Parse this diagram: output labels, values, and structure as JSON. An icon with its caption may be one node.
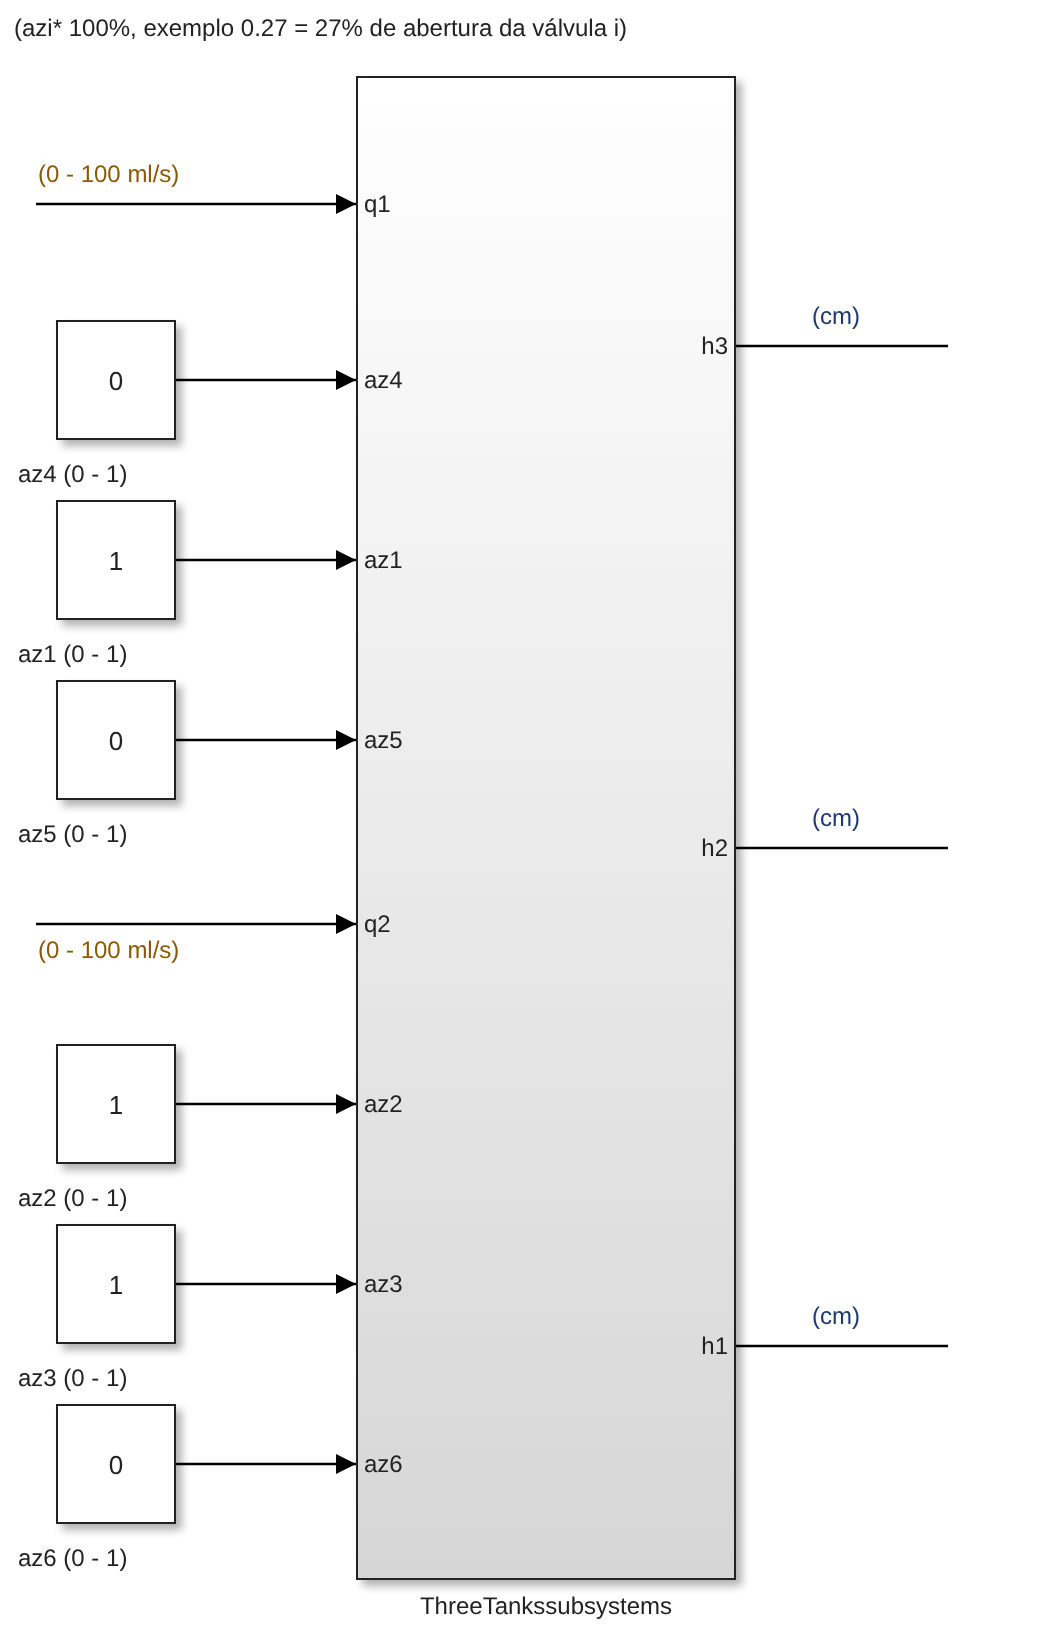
{
  "diagram": {
    "title": "(azi* 100%, exemplo 0.27 = 27% de abertura da válvula i)",
    "nodes": [
      {
        "text": [
          "q1",
          "az4",
          "az1",
          "az5",
          "q2",
          "az2",
          "az3",
          "az6",
          "h3",
          "h2",
          "h1",
          "ThreeTankssubsystems"
        ]
      },
      {
        "text": [
          "0"
        ],
        "beside": [
          "az4 (0 - 1)"
        ]
      },
      {
        "text": [
          "1"
        ],
        "beside": [
          "az1 (0 - 1)"
        ]
      },
      {
        "text": [
          "0"
        ],
        "beside": [
          "az5 (0 - 1)"
        ]
      },
      {
        "text": [
          "1"
        ],
        "beside": [
          "az2 (0 - 1)"
        ]
      },
      {
        "text": [
          "1"
        ],
        "beside": [
          "az3 (0 - 1)"
        ]
      },
      {
        "text": [
          "0"
        ],
        "beside": [
          "az6 (0 - 1)"
        ]
      }
    ],
    "edges": [
      {
        "from": null,
        "to": 0,
        "arrow": "to",
        "label": "(0 - 100 ml/s)"
      },
      {
        "from": 1,
        "to": 0,
        "arrow": "to"
      },
      {
        "from": 2,
        "to": 0,
        "arrow": "to"
      },
      {
        "from": 3,
        "to": 0,
        "arrow": "to"
      },
      {
        "from": null,
        "to": 0,
        "arrow": "to",
        "label": "(0 - 100 ml/s)"
      },
      {
        "from": 4,
        "to": 0,
        "arrow": "to"
      },
      {
        "from": 5,
        "to": 0,
        "arrow": "to"
      },
      {
        "from": 6,
        "to": 0,
        "arrow": "to"
      },
      {
        "from": 0,
        "to": null,
        "arrow": "none",
        "label": "(cm)"
      },
      {
        "from": 0,
        "to": null,
        "arrow": "none",
        "label": "(cm)"
      },
      {
        "from": 0,
        "to": null,
        "arrow": "none",
        "label": "(cm)"
      }
    ]
  }
}
